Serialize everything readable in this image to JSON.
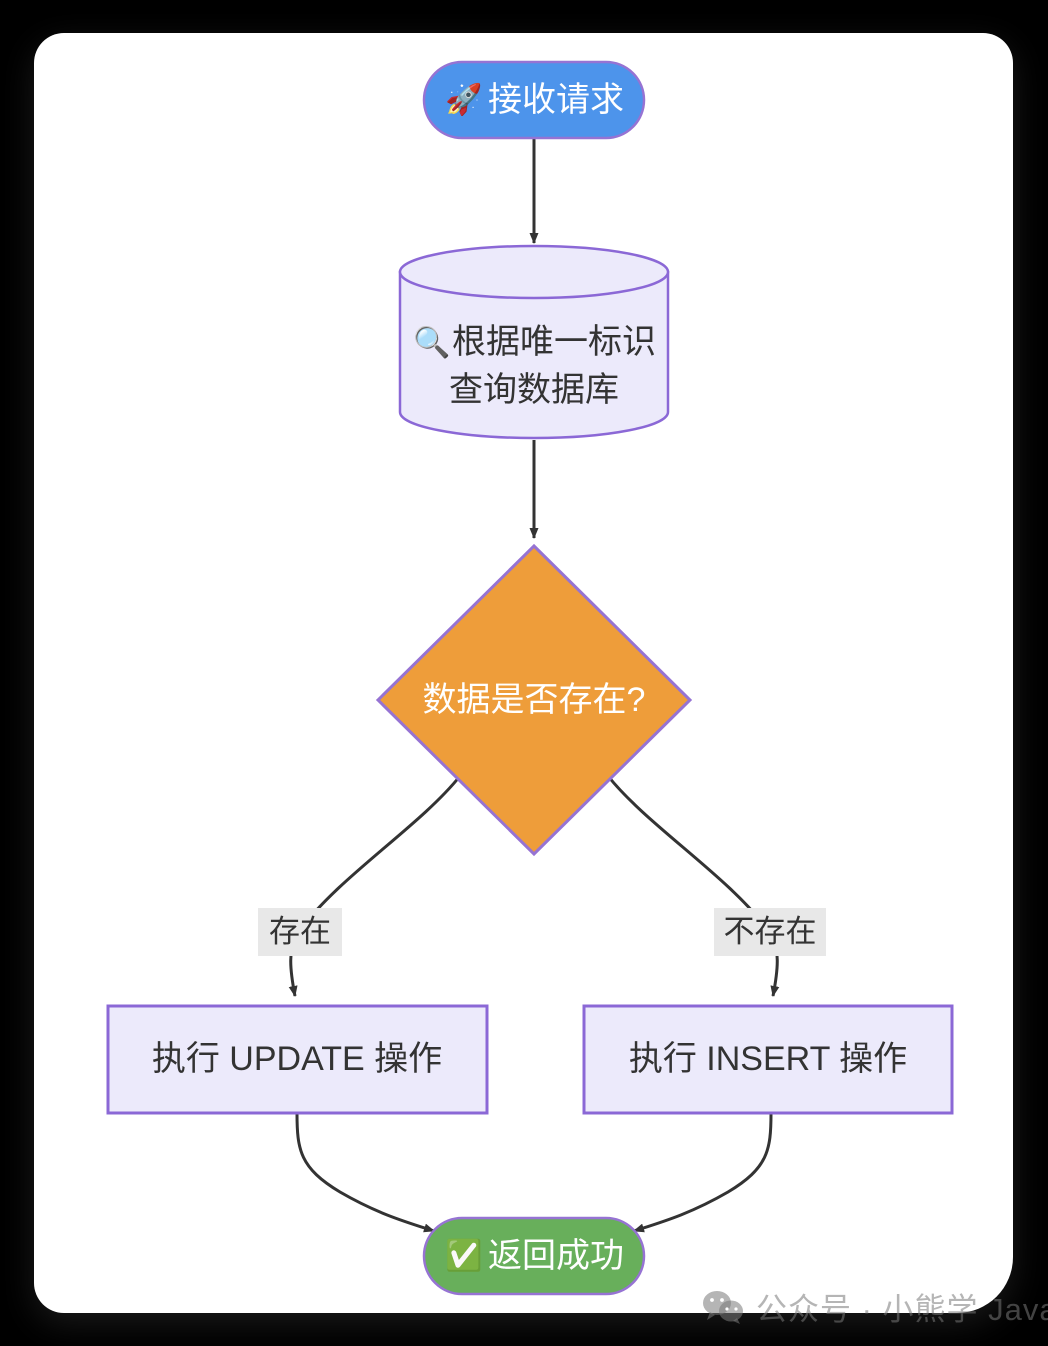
{
  "card": {
    "background": "#ffffff",
    "page_background": "#000000"
  },
  "flowchart": {
    "title": "",
    "nodes": [
      {
        "id": "start",
        "shape": "stadium",
        "icon": "rocket-icon",
        "icon_glyph": "🚀",
        "label": "接收请求",
        "fill": "#4D94EB",
        "stroke": "#9673D3",
        "text_color": "#ffffff"
      },
      {
        "id": "query-db",
        "shape": "cylinder",
        "icon": "magnifier-icon",
        "icon_glyph": "🔍",
        "label_line1": "根据唯一标识",
        "label_line2": "查询数据库",
        "fill": "#ECEAFB",
        "stroke": "#8B68D6",
        "text_color": "#333333"
      },
      {
        "id": "decision-exists",
        "shape": "diamond",
        "label": "数据是否存在?",
        "fill": "#EE9D3A",
        "stroke": "#9673D3",
        "text_color": "#ffffff"
      },
      {
        "id": "do-update",
        "shape": "rect",
        "label": "执行 UPDATE 操作",
        "fill": "#ECEAFB",
        "stroke": "#8B68D6",
        "text_color": "#333333"
      },
      {
        "id": "do-insert",
        "shape": "rect",
        "label": "执行 INSERT 操作",
        "fill": "#ECEAFB",
        "stroke": "#8B68D6",
        "text_color": "#333333"
      },
      {
        "id": "return-success",
        "shape": "stadium",
        "icon": "check-mark-icon",
        "icon_glyph": "✅",
        "label": "返回成功",
        "fill": "#68AF5B",
        "stroke": "#9673D3",
        "text_color": "#ffffff"
      }
    ],
    "edges": [
      {
        "id": "start-to-query",
        "from": "start",
        "to": "query-db",
        "label": ""
      },
      {
        "id": "query-to-decision",
        "from": "query-db",
        "to": "decision-exists",
        "label": ""
      },
      {
        "id": "decision-to-update",
        "from": "decision-exists",
        "to": "do-update",
        "label": "存在"
      },
      {
        "id": "decision-to-insert",
        "from": "decision-exists",
        "to": "do-insert",
        "label": "不存在"
      },
      {
        "id": "update-to-success",
        "from": "do-update",
        "to": "return-success",
        "label": ""
      },
      {
        "id": "insert-to-success",
        "from": "do-insert",
        "to": "return-success",
        "label": ""
      }
    ],
    "edge_stroke": "#333333",
    "edge_label_background": "#E8E8E8"
  },
  "watermark": {
    "icon": "wechat-icon",
    "text": "公众号 · 小熊学 Java",
    "color": "#787878"
  }
}
